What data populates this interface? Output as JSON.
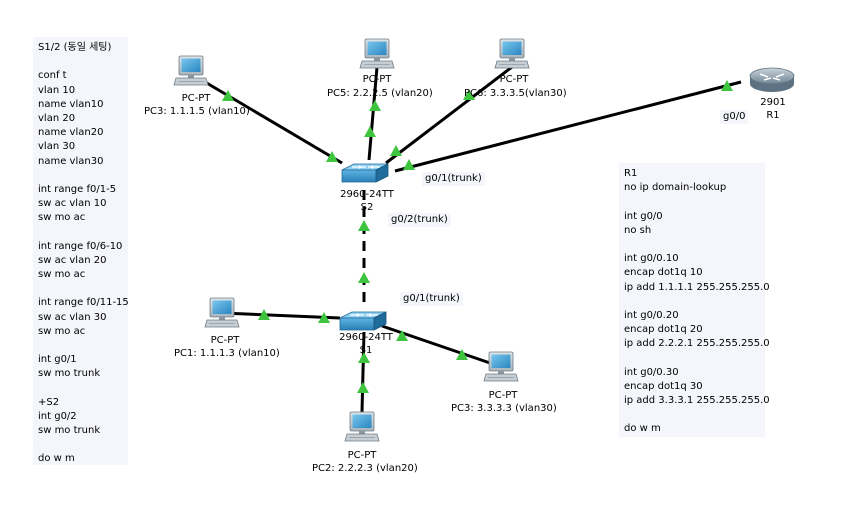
{
  "left_note": {
    "title": "S1/2 (동일 세팅)",
    "lines": [
      "conf t",
      "vlan 10",
      "name vlan10",
      "vlan 20",
      "name vlan20",
      "vlan 30",
      "name vlan30",
      "",
      "int range f0/1-5",
      "sw ac vlan 10",
      "sw mo ac",
      "",
      "int range f0/6-10",
      "sw ac vlan 20",
      "sw mo ac",
      "",
      "int range f0/11-15",
      "sw ac vlan 30",
      "sw mo ac",
      "",
      "int g0/1",
      "sw mo trunk",
      "",
      "+S2",
      "int g0/2",
      "sw mo trunk",
      "",
      "do w m"
    ]
  },
  "right_note": {
    "title": "R1",
    "lines": [
      "no ip domain-lookup",
      "",
      "int g0/0",
      "no sh",
      "",
      "int g0/0.10",
      "encap dot1q 10",
      "ip add 1.1.1.1 255.255.255.0",
      "",
      "int g0/0.20",
      "encap dot1q 20",
      "ip add 2.2.2.1 255.255.255.0",
      "",
      "int g0/0.30",
      "encap dot1q 30",
      "ip add 3.3.3.1 255.255.255.0",
      "",
      "do w m"
    ]
  },
  "devices": {
    "pc3_top": {
      "type": "PC-PT",
      "label": "PC3: 1.1.1.5 (vlan10)"
    },
    "pc5": {
      "type": "PC-PT",
      "label": "PC5: 2.2.2.5 (vlan20)"
    },
    "pc6": {
      "type": "PC-PT",
      "label": "PC6: 3.3.3.5(vlan30)"
    },
    "router": {
      "model": "2901",
      "name": "R1"
    },
    "switch_s2": {
      "model": "2960-24TT",
      "name": "S2"
    },
    "switch_s1": {
      "model": "2960-24TT",
      "name": "S1"
    },
    "pc1": {
      "type": "PC-PT",
      "label": "PC1: 1.1.1.3 (vlan10)"
    },
    "pc2": {
      "type": "PC-PT",
      "label": "PC2: 2.2.2.3 (vlan20)"
    },
    "pc3_bottom": {
      "type": "PC-PT",
      "label": "PC3: 3.3.3.3 (vlan30)"
    }
  },
  "port_labels": {
    "router_g00": "g0/0",
    "s2_g01": "g0/1(trunk)",
    "s2_g02": "g0/2(trunk)",
    "s1_g01": "g0/1(trunk)"
  },
  "colors": {
    "link": "#000000",
    "link_indicator": "#3fc43f",
    "note_bg": "#f4f6fb",
    "device_blue": "#2f8fc4"
  }
}
